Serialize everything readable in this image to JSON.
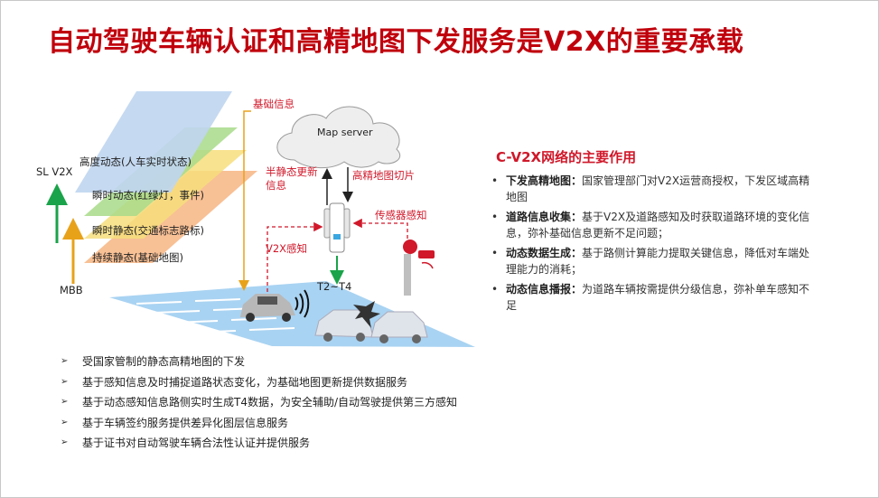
{
  "title": "自动驾驶车辆认证和高精地图下发服务是V2X的重要承载",
  "diagram": {
    "layers": [
      "高度动态(人车实时状态)",
      "瞬时动态(红绿灯，事件)",
      "瞬时静态(交通标志路标)",
      "持续静态(基础地图)"
    ],
    "sl_v2x": "SL V2X",
    "mbb": "MBB",
    "map_server": "Map server",
    "basic_info": "基础信息",
    "semi_static": "半静态更新信息",
    "hd_map_slice": "高精地图切片",
    "sensor": "传感器感知",
    "v2x_sense": "V2X感知",
    "t2t4": "T2~T4"
  },
  "panel": {
    "title": "C-V2X网络的主要作用",
    "items": [
      {
        "bold": "下发高精地图：",
        "text": "国家管理部门对V2X运营商授权，下发区域高精地图"
      },
      {
        "bold": "道路信息收集：",
        "text": "基于V2X及道路感知及时获取道路环境的变化信息，弥补基础信息更新不足问题；"
      },
      {
        "bold": "动态数据生成：",
        "text": "基于路侧计算能力提取关键信息，降低对车端处理能力的消耗；"
      },
      {
        "bold": "动态信息播报：",
        "text": "为道路车辆按需提供分级信息，弥补单车感知不足"
      }
    ]
  },
  "bullets": [
    "受国家管制的静态高精地图的下发",
    "基于感知信息及时捕捉道路状态变化，为基础地图更新提供数据服务",
    "基于动态感知信息路侧实时生成T4数据，为安全辅助/自动驾驶提供第三方感知",
    "基于车辆签约服务提供差异化图层信息服务",
    "基于证书对自动驾驶车辆合法性认证并提供服务"
  ],
  "colors": {
    "title": "#c0000c",
    "accent": "#d0182a",
    "green_arrow": "#1aa34a",
    "road": "#a9d3f2"
  }
}
